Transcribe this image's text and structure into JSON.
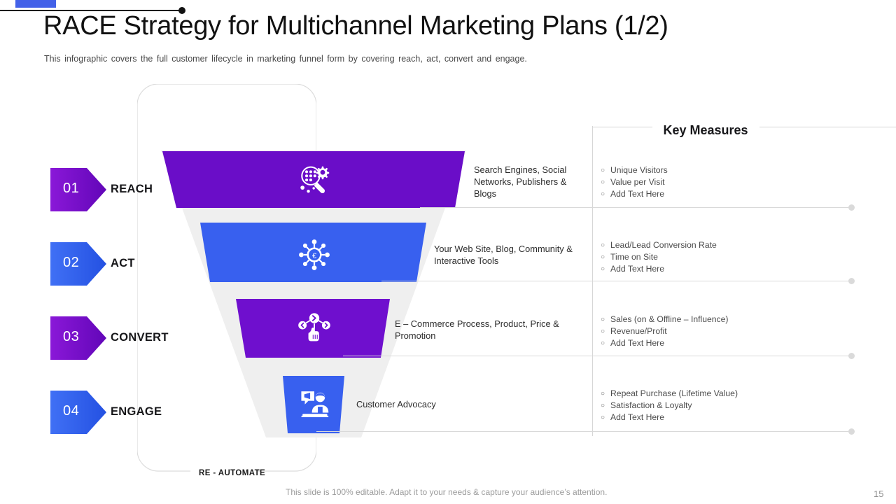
{
  "header": {
    "title": "RACE Strategy for Multichannel Marketing Plans (1/2)",
    "subtitle": "This infographic covers the full customer lifecycle in marketing funnel form by covering reach, act, convert and engage."
  },
  "funnel": {
    "frame_label": "RE - AUTOMATE",
    "stages": [
      {
        "number": "01",
        "label": "REACH",
        "icon": "magnifier-data-gear-icon",
        "color": "#6a0dc8",
        "chevron_color": "#7a12d4",
        "description": "Search Engines, Social Networks, Publishers & Blogs"
      },
      {
        "number": "02",
        "label": "ACT",
        "icon": "network-hub-icon",
        "color": "#3860ef",
        "chevron_color": "#2f62f0",
        "description": "Your Web Site, Blog, Community & Interactive Tools"
      },
      {
        "number": "03",
        "label": "CONVERT",
        "icon": "hand-click-choice-icon",
        "color": "#6f0fce",
        "chevron_color": "#7a12d4",
        "description": "E – Commerce Process, Product, Price & Promotion"
      },
      {
        "number": "04",
        "label": "ENGAGE",
        "icon": "customer-speaker-icon",
        "color": "#3860ef",
        "chevron_color": "#2f62f0",
        "description": "Customer Advocacy"
      }
    ]
  },
  "key_measures": {
    "title": "Key Measures",
    "groups": [
      {
        "stage": "REACH",
        "items": [
          "Unique Visitors",
          "Value per Visit",
          "Add Text Here"
        ]
      },
      {
        "stage": "ACT",
        "items": [
          "Lead/Lead Conversion Rate",
          "Time on Site",
          "Add Text Here"
        ]
      },
      {
        "stage": "CONVERT",
        "items": [
          "Sales (on & Offline – Influence)",
          "Revenue/Profit",
          "Add Text Here"
        ]
      },
      {
        "stage": "ENGAGE",
        "items": [
          "Repeat Purchase (Lifetime Value)",
          "Satisfaction & Loyalty",
          "Add Text Here"
        ]
      }
    ],
    "bullet_glyph": "○"
  },
  "footer": {
    "note": "This slide is 100% editable. Adapt it to your needs & capture your audience’s attention.",
    "page_number": "15"
  },
  "colors": {
    "accent_blue": "#4361e8",
    "purple": "#6a0dc8",
    "blue": "#3860ef",
    "gap_gray": "#efefef",
    "line_gray": "#d6d6d6"
  }
}
